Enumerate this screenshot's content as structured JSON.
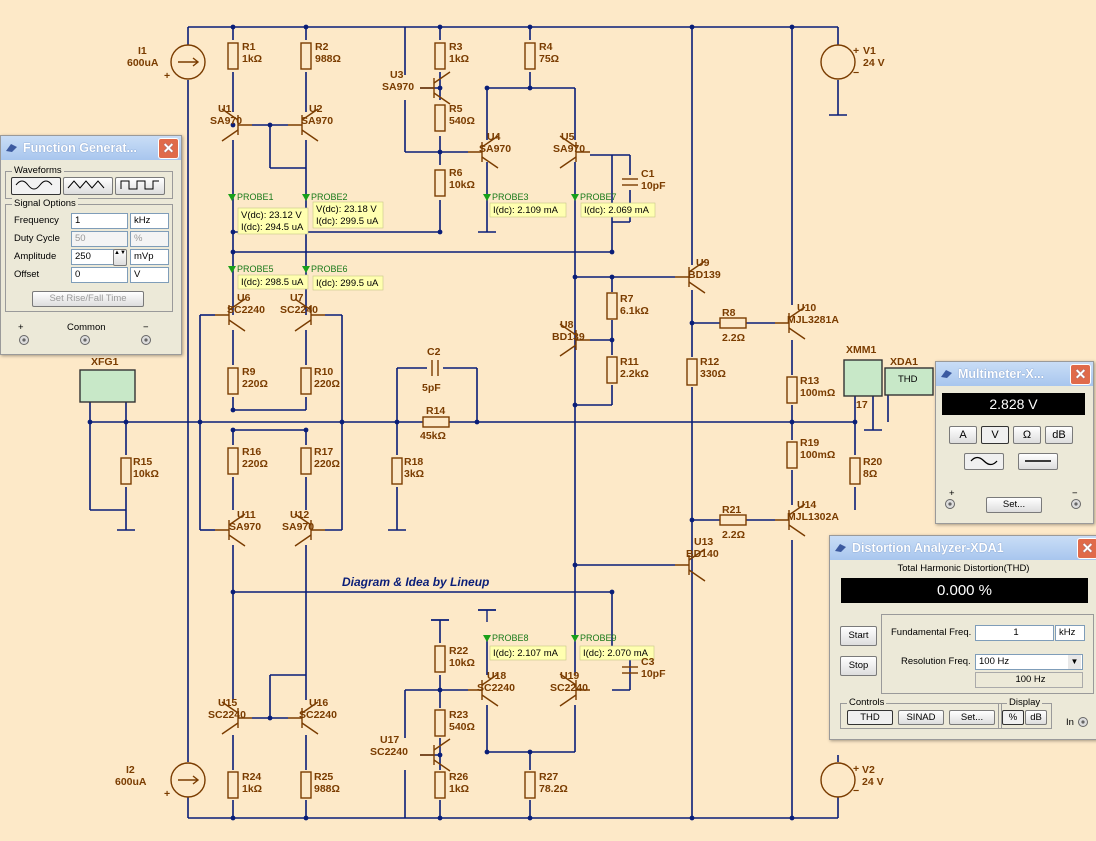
{
  "schematic": {
    "credit": "Diagram & Idea by Lineup",
    "sources": [
      {
        "id": "I1",
        "value": "600uA"
      },
      {
        "id": "I2",
        "value": "600uA"
      },
      {
        "id": "V1",
        "value": "24 V"
      },
      {
        "id": "V2",
        "value": "24 V"
      }
    ],
    "resistors": [
      {
        "id": "R1",
        "value": "1kΩ"
      },
      {
        "id": "R2",
        "value": "988Ω"
      },
      {
        "id": "R3",
        "value": "1kΩ"
      },
      {
        "id": "R4",
        "value": "75Ω"
      },
      {
        "id": "R5",
        "value": "540Ω"
      },
      {
        "id": "R6",
        "value": "10kΩ"
      },
      {
        "id": "R7",
        "value": "6.1kΩ"
      },
      {
        "id": "R8",
        "value": "2.2Ω"
      },
      {
        "id": "R9",
        "value": "220Ω"
      },
      {
        "id": "R10",
        "value": "220Ω"
      },
      {
        "id": "R11",
        "value": "2.2kΩ"
      },
      {
        "id": "R12",
        "value": "330Ω"
      },
      {
        "id": "R13",
        "value": "100mΩ"
      },
      {
        "id": "R14",
        "value": "45kΩ"
      },
      {
        "id": "R15",
        "value": "10kΩ"
      },
      {
        "id": "R16",
        "value": "220Ω"
      },
      {
        "id": "R17",
        "value": "220Ω"
      },
      {
        "id": "R18",
        "value": "3kΩ"
      },
      {
        "id": "R19",
        "value": "100mΩ"
      },
      {
        "id": "R20",
        "value": "8Ω"
      },
      {
        "id": "R21",
        "value": "2.2Ω"
      },
      {
        "id": "R22",
        "value": "10kΩ"
      },
      {
        "id": "R23",
        "value": "540Ω"
      },
      {
        "id": "R24",
        "value": "1kΩ"
      },
      {
        "id": "R25",
        "value": "988Ω"
      },
      {
        "id": "R26",
        "value": "1kΩ"
      },
      {
        "id": "R27",
        "value": "78.2Ω"
      }
    ],
    "capacitors": [
      {
        "id": "C1",
        "value": "10pF"
      },
      {
        "id": "C2",
        "value": "5pF"
      },
      {
        "id": "C3",
        "value": "10pF"
      }
    ],
    "transistors": [
      {
        "id": "U1",
        "part": "SA970"
      },
      {
        "id": "U2",
        "part": "SA970"
      },
      {
        "id": "U3",
        "part": "SA970"
      },
      {
        "id": "U4",
        "part": "SA970"
      },
      {
        "id": "U5",
        "part": "SA970"
      },
      {
        "id": "U6",
        "part": "SC2240"
      },
      {
        "id": "U7",
        "part": "SC2240"
      },
      {
        "id": "U8",
        "part": "BD139"
      },
      {
        "id": "U9",
        "part": "BD139"
      },
      {
        "id": "U10",
        "part": "MJL3281A"
      },
      {
        "id": "U11",
        "part": "SA970"
      },
      {
        "id": "U12",
        "part": "SA970"
      },
      {
        "id": "U13",
        "part": "BD140"
      },
      {
        "id": "U14",
        "part": "MJL1302A"
      },
      {
        "id": "U15",
        "part": "SC2240"
      },
      {
        "id": "U16",
        "part": "SC2240"
      },
      {
        "id": "U17",
        "part": "SC2240"
      },
      {
        "id": "U18",
        "part": "SC2240"
      },
      {
        "id": "U19",
        "part": "SC2240"
      }
    ],
    "instruments": [
      {
        "id": "XFG1"
      },
      {
        "id": "XMM1",
        "pin": "17"
      },
      {
        "id": "XDA1",
        "face": "THD"
      }
    ],
    "probes": [
      {
        "name": "PROBE1",
        "lines": [
          "V(dc): 23.12 V",
          "I(dc): 294.5 uA"
        ]
      },
      {
        "name": "PROBE2",
        "lines": [
          "V(dc): 23.18 V",
          "I(dc): 299.5 uA"
        ]
      },
      {
        "name": "PROBE3",
        "lines": [
          "I(dc): 2.109 mA"
        ]
      },
      {
        "name": "PROBE7",
        "lines": [
          "I(dc): 2.069 mA"
        ]
      },
      {
        "name": "PROBE5",
        "lines": [
          "I(dc): 298.5 uA"
        ]
      },
      {
        "name": "PROBE6",
        "lines": [
          "I(dc): 299.5 uA"
        ]
      },
      {
        "name": "PROBE8",
        "lines": [
          "I(dc): 2.107 mA"
        ]
      },
      {
        "name": "PROBE9",
        "lines": [
          "I(dc): 2.070 mA"
        ]
      }
    ]
  },
  "function_generator": {
    "title": "Function Generat...",
    "waveforms_label": "Waveforms",
    "signal_options_label": "Signal Options",
    "fields": [
      {
        "label": "Frequency",
        "value": "1",
        "unit": "kHz",
        "disabled": false
      },
      {
        "label": "Duty Cycle",
        "value": "50",
        "unit": "%",
        "disabled": true
      },
      {
        "label": "Amplitude",
        "value": "250",
        "unit": "mVp",
        "disabled": false
      },
      {
        "label": "Offset",
        "value": "0",
        "unit": "V",
        "disabled": false
      }
    ],
    "set_rise_fall": "Set Rise/Fall Time",
    "terminals": [
      "+",
      "Common",
      "−"
    ]
  },
  "multimeter": {
    "title": "Multimeter-X...",
    "reading": "2.828 V",
    "mode_buttons": [
      "A",
      "V",
      "Ω",
      "dB"
    ],
    "selected_mode": "V",
    "set_label": "Set...",
    "terminals": [
      "+",
      "−"
    ]
  },
  "distortion_analyzer": {
    "title": "Distortion Analyzer-XDA1",
    "heading": "Total Harmonic Distortion(THD)",
    "reading": "0.000 %",
    "start_label": "Start",
    "stop_label": "Stop",
    "fundamental_label": "Fundamental Freq.",
    "fundamental_value": "1",
    "fundamental_unit": "kHz",
    "resolution_label": "Resolution Freq.",
    "resolution_value": "100 Hz",
    "resolution_readout": "100 Hz",
    "controls_label": "Controls",
    "controls": [
      "THD",
      "SINAD",
      "Set..."
    ],
    "display_label": "Display",
    "display_options": [
      "%",
      "dB"
    ],
    "in_label": "In"
  }
}
